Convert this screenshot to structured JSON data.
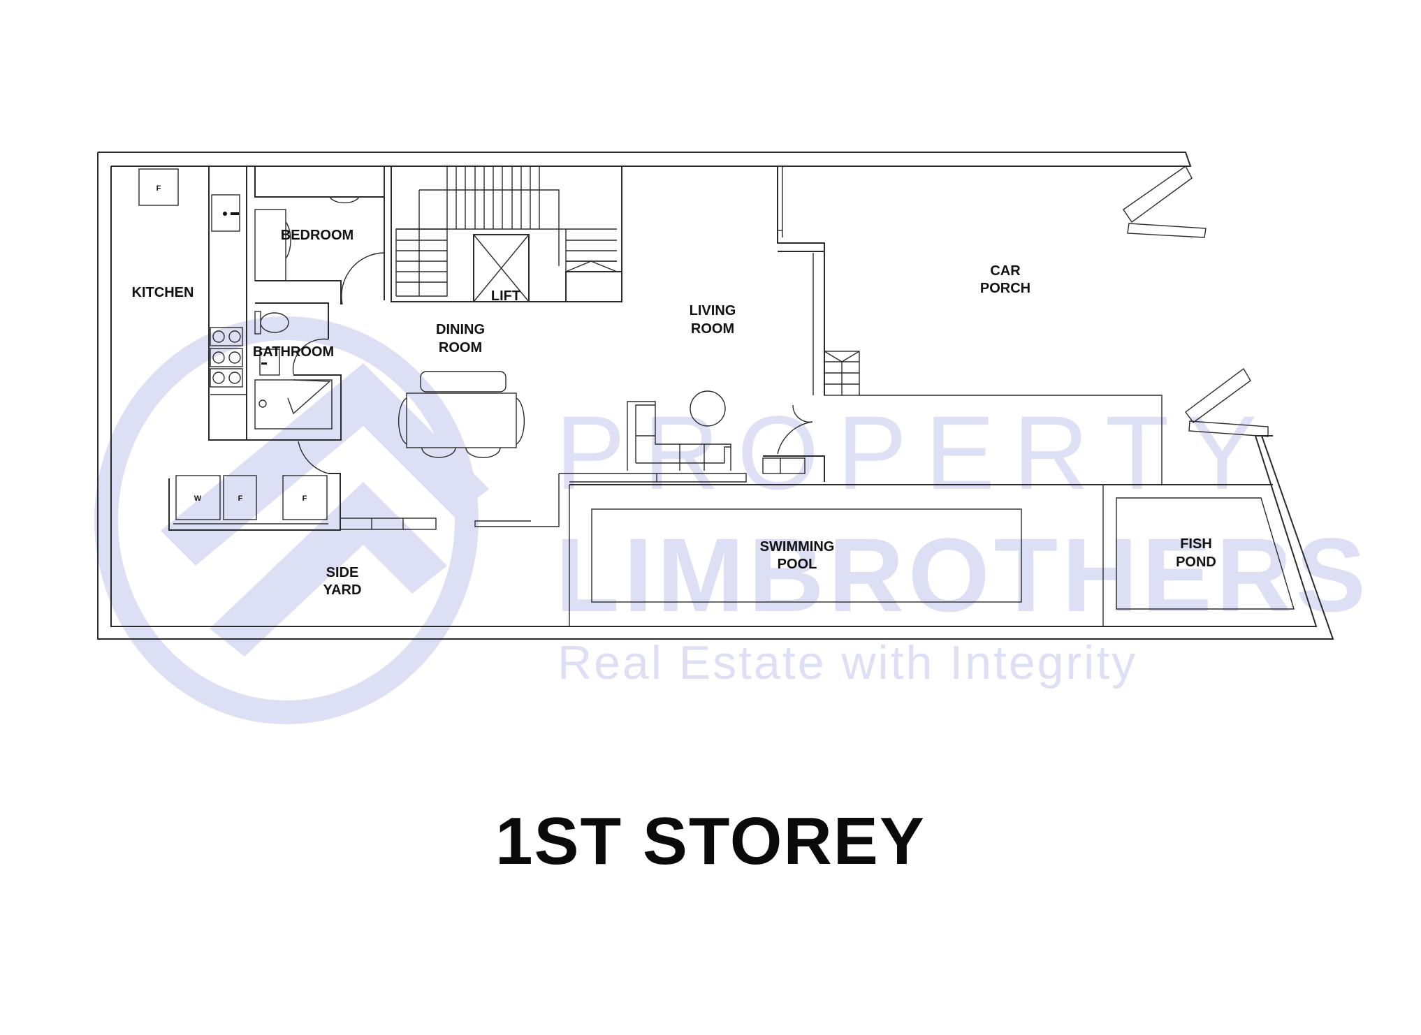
{
  "title": "1ST STOREY",
  "watermark": {
    "line1": "PROPERTY",
    "line2": "LIMBROTHERS",
    "tagline": "Real Estate with Integrity",
    "color": "#dde0f5"
  },
  "rooms": {
    "kitchen": "KITCHEN",
    "bedroom": "BEDROOM",
    "bathroom": "BATHROOM",
    "dining_line1": "DINING",
    "dining_line2": "ROOM",
    "lift": "LIFT",
    "living_line1": "LIVING",
    "living_line2": "ROOM",
    "car_porch_line1": "CAR",
    "car_porch_line2": "PORCH",
    "pool_line1": "SWIMMING",
    "pool_line2": "POOL",
    "fish_pond_line1": "FISH",
    "fish_pond_line2": "POND",
    "side_yard_line1": "SIDE",
    "side_yard_line2": "YARD"
  },
  "appliances": {
    "kitchen_fridge": "F",
    "washer": "W",
    "yard_fridge_1": "F",
    "yard_fridge_2": "F"
  },
  "colors": {
    "line": "#2a2a2a",
    "text": "#111111",
    "background": "#ffffff"
  }
}
